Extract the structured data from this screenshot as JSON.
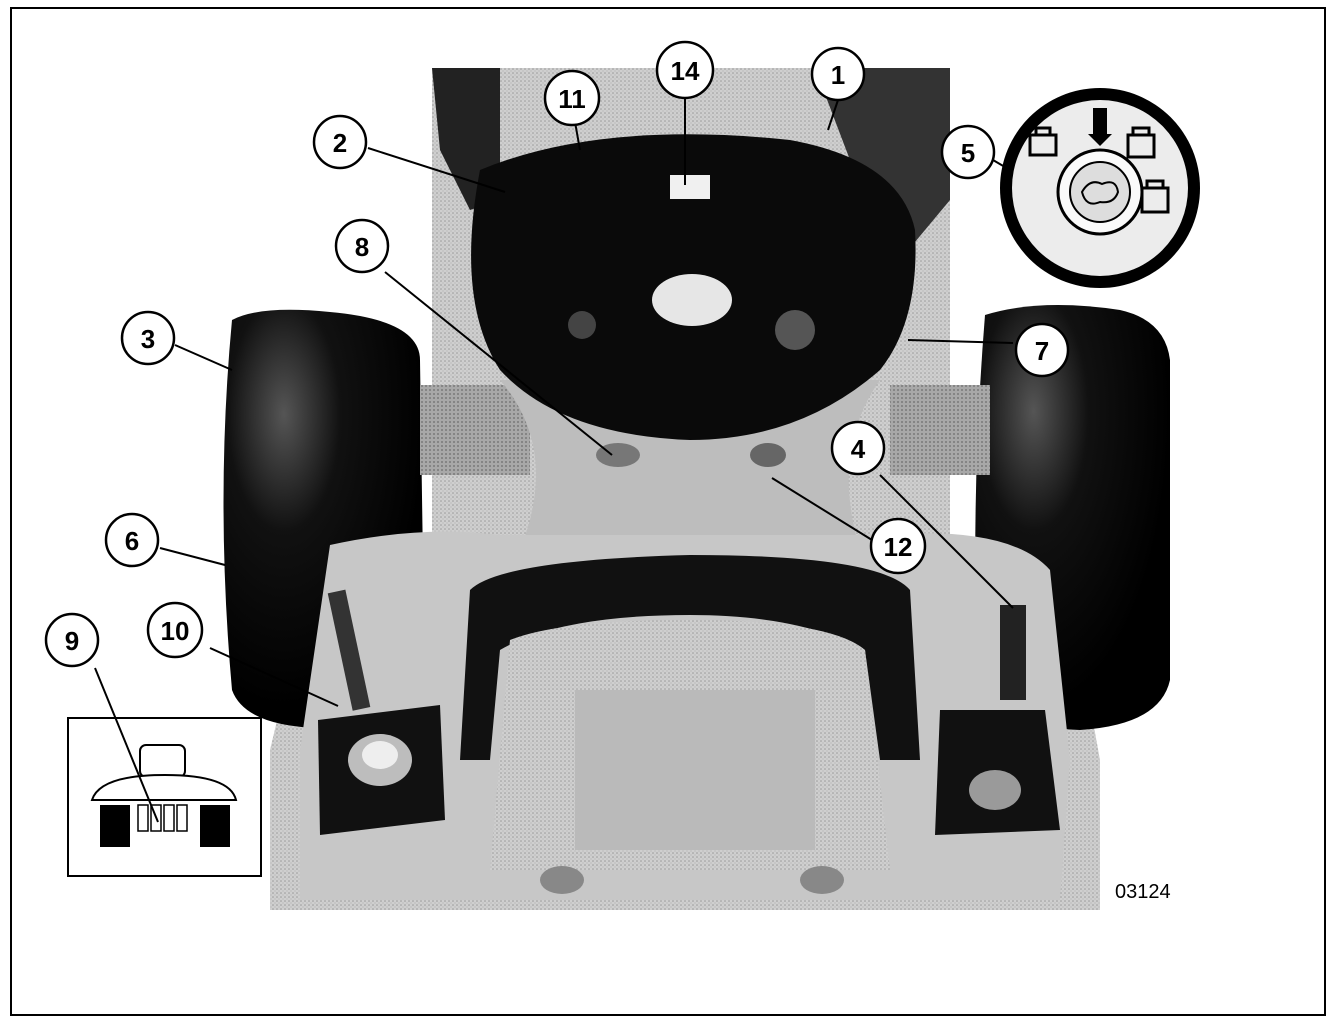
{
  "figure_code": "03124",
  "callouts": [
    {
      "id": "callout-1",
      "label": "1"
    },
    {
      "id": "callout-2",
      "label": "2"
    },
    {
      "id": "callout-3",
      "label": "3"
    },
    {
      "id": "callout-4",
      "label": "4"
    },
    {
      "id": "callout-5",
      "label": "5"
    },
    {
      "id": "callout-6",
      "label": "6"
    },
    {
      "id": "callout-7",
      "label": "7"
    },
    {
      "id": "callout-8",
      "label": "8"
    },
    {
      "id": "callout-9",
      "label": "9"
    },
    {
      "id": "callout-10",
      "label": "10"
    },
    {
      "id": "callout-11",
      "label": "11"
    },
    {
      "id": "callout-12",
      "label": "12"
    },
    {
      "id": "callout-14",
      "label": "14"
    }
  ]
}
